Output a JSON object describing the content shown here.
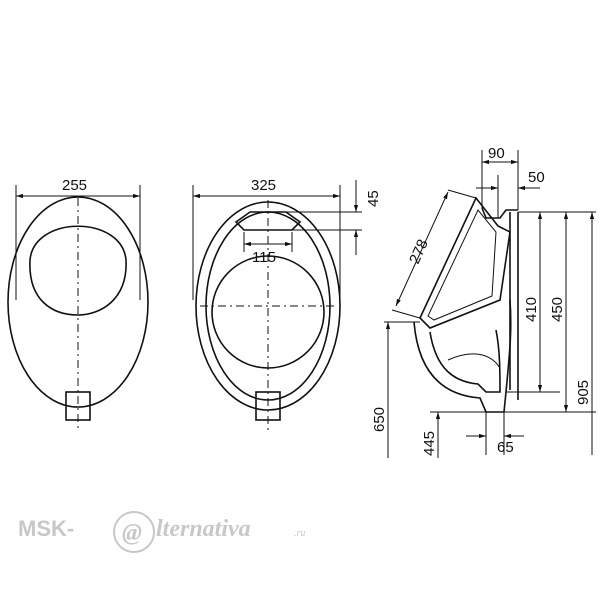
{
  "dimensions": {
    "front_width": "255",
    "top_width": "325",
    "top_depth": "45",
    "top_inner": "115",
    "side_top": "90",
    "side_top_small": "50",
    "side_slant": "278",
    "side_410": "410",
    "side_450": "450",
    "side_905": "905",
    "side_650": "650",
    "side_445": "445",
    "side_65": "65"
  },
  "watermark": {
    "left": "MSK-",
    "at": "@",
    "right": "lternativa",
    "suffix": ".ru"
  }
}
